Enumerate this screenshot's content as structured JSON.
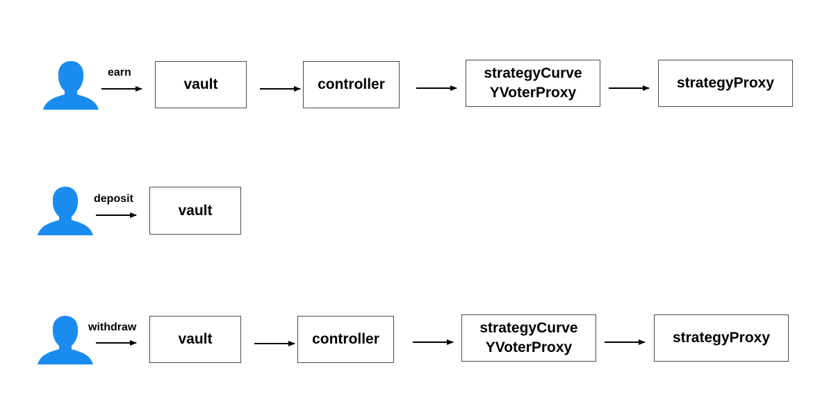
{
  "colors": {
    "person": "#1a8cf0",
    "arrow": "#000000",
    "box_border": "#4a4a4a"
  },
  "icons": {
    "actor": "person-icon"
  },
  "rows": [
    {
      "action": "earn",
      "nodes": [
        "vault",
        "controller",
        [
          "strategyCurve",
          "YVoterProxy"
        ],
        "strategyProxy"
      ]
    },
    {
      "action": "deposit",
      "nodes": [
        "vault"
      ]
    },
    {
      "action": "withdraw",
      "nodes": [
        "vault",
        "controller",
        [
          "strategyCurve",
          "YVoterProxy"
        ],
        "strategyProxy"
      ]
    }
  ]
}
